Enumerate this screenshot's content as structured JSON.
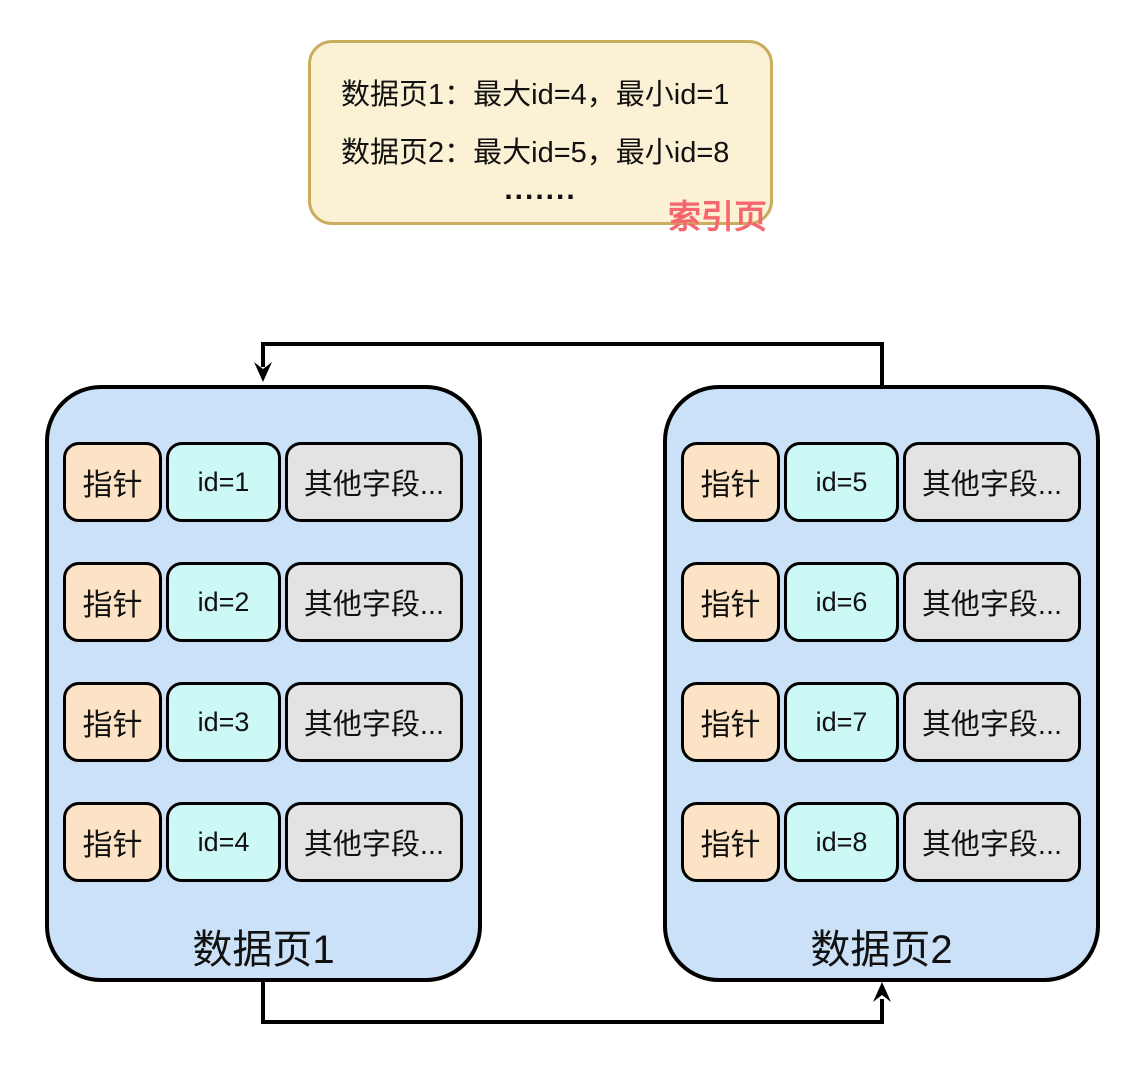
{
  "index_page": {
    "line1": "数据页1：最大id=4，最小id=1",
    "line2": "数据页2：最大id=5，最小id=8",
    "dots": ".......",
    "label": "索引页"
  },
  "pages": [
    {
      "title": "数据页1",
      "rows": [
        {
          "pointer": "指针",
          "id": "id=1",
          "other": "其他字段..."
        },
        {
          "pointer": "指针",
          "id": "id=2",
          "other": "其他字段..."
        },
        {
          "pointer": "指针",
          "id": "id=3",
          "other": "其他字段..."
        },
        {
          "pointer": "指针",
          "id": "id=4",
          "other": "其他字段..."
        }
      ]
    },
    {
      "title": "数据页2",
      "rows": [
        {
          "pointer": "指针",
          "id": "id=5",
          "other": "其他字段..."
        },
        {
          "pointer": "指针",
          "id": "id=6",
          "other": "其他字段..."
        },
        {
          "pointer": "指针",
          "id": "id=7",
          "other": "其他字段..."
        },
        {
          "pointer": "指针",
          "id": "id=8",
          "other": "其他字段..."
        }
      ]
    }
  ],
  "colors": {
    "page_fill": "#CBE1F8",
    "pointer_fill": "#FCE3C6",
    "id_fill": "#CCF8F6",
    "other_fill": "#E3E3E3",
    "index_fill": "#FBF1D4",
    "index_border": "#CBAD5E",
    "index_label_text": "#F7656E",
    "line_stroke": "#000000"
  }
}
